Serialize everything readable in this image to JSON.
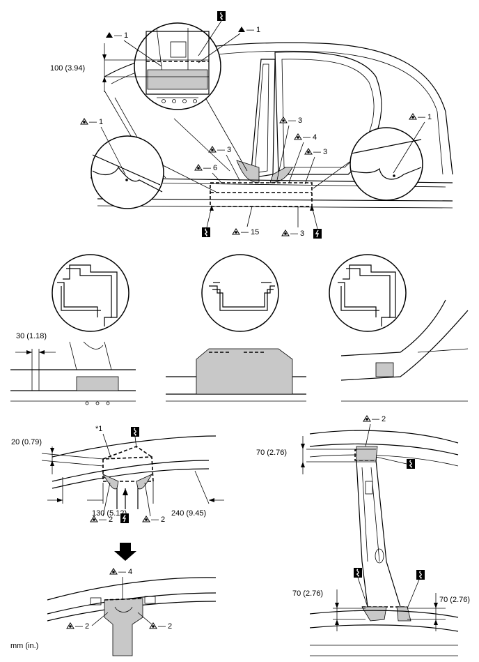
{
  "symbols": {
    "spot_weld_label": "1",
    "warning_weld_label": "1",
    "cut_box_icon": "wavy-cut-line-icon",
    "weld_box_icon": "lightning-weld-icon"
  },
  "top": {
    "dim_100": "100 (3.94)",
    "callouts": [
      "1",
      "1",
      "1",
      "1",
      "3",
      "4",
      "3",
      "3",
      "6",
      "15",
      "3"
    ]
  },
  "middle": {
    "dim_30": "30 (1.18)"
  },
  "bottom_left": {
    "star_label": "*1",
    "dim_20": "20 (0.79)",
    "dim_130": "130 (5.12)",
    "dim_240": "240 (9.45)",
    "callouts": [
      "2",
      "2",
      "4",
      "2",
      "2"
    ]
  },
  "bottom_right": {
    "dim_70_top": "70 (2.76)",
    "dim_70_left": "70 (2.76)",
    "dim_70_right": "70 (2.76)",
    "callouts": [
      "2"
    ]
  },
  "units": "mm (in.)"
}
